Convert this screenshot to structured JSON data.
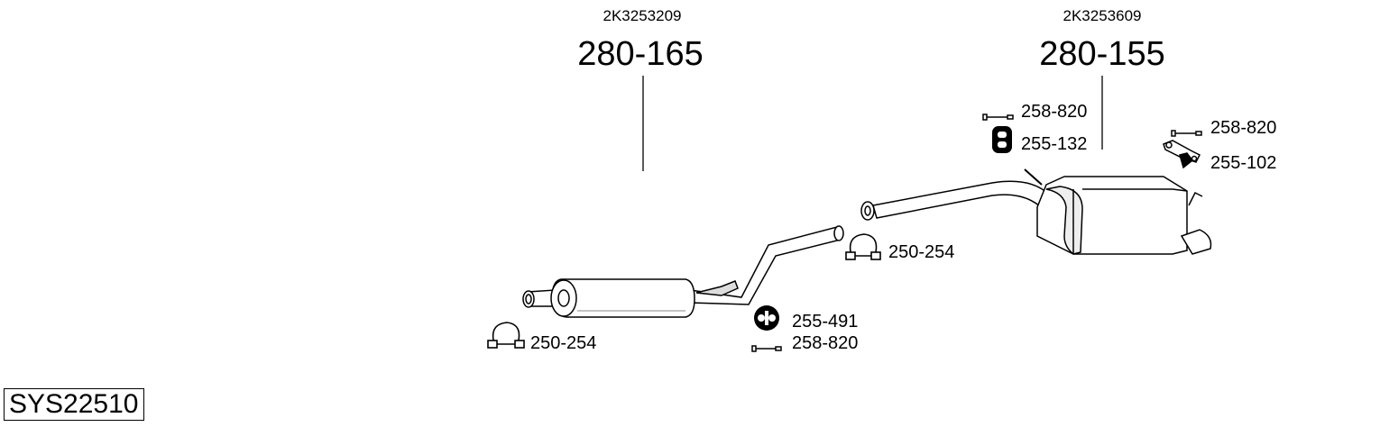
{
  "diagram": {
    "front_section": {
      "oe_number": "2K3253209",
      "part_number": "280-165"
    },
    "rear_section": {
      "oe_number": "2K3253609",
      "part_number": "280-155"
    },
    "parts": [
      {
        "id": "clamp-front",
        "number": "250-254"
      },
      {
        "id": "clamp-mid",
        "number": "250-254"
      },
      {
        "id": "hanger-mid",
        "number": "255-491"
      },
      {
        "id": "bolt-mid",
        "number": "258-820"
      },
      {
        "id": "bolt-rear-left",
        "number": "258-820"
      },
      {
        "id": "hanger-rear",
        "number": "255-132"
      },
      {
        "id": "bolt-rear-right",
        "number": "258-820"
      },
      {
        "id": "bracket-rear",
        "number": "255-102"
      }
    ],
    "system_id": "SYS22510"
  },
  "colors": {
    "line": "#000000",
    "pipe_fill": "#ffffff",
    "shade": "#e6e6e6"
  }
}
